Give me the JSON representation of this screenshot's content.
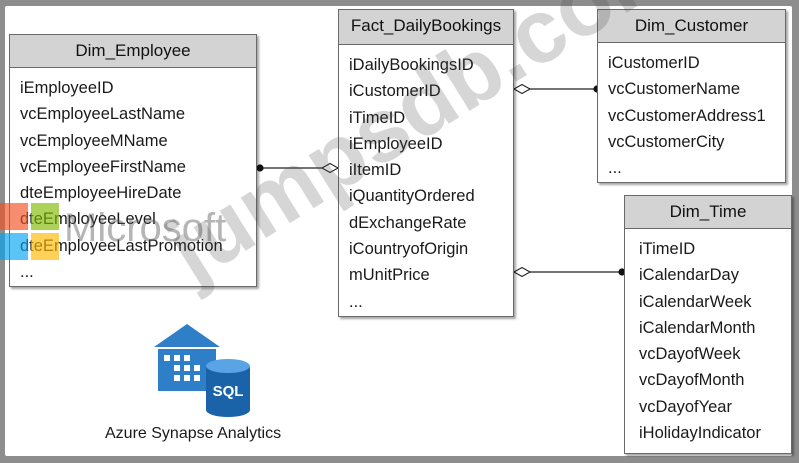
{
  "tables": {
    "employee": {
      "title": "Dim_Employee",
      "fields": [
        "iEmployeeID",
        "vcEmployeeLastName",
        "vcEmployeeMName",
        "vcEmployeeFirstName",
        "dteEmployeeHireDate",
        "dteEmployeeLevel",
        "dteEmployeeLastPromotion",
        "..."
      ]
    },
    "fact": {
      "title": "Fact_DailyBookings",
      "fields": [
        "iDailyBookingsID",
        "iCustomerID",
        "iTimeID",
        "iEmployeeID",
        "iItemID",
        "iQuantityOrdered",
        "dExchangeRate",
        "iCountryofOrigin",
        "mUnitPrice",
        "..."
      ]
    },
    "customer": {
      "title": "Dim_Customer",
      "fields": [
        "iCustomerID",
        "vcCustomerName",
        "vcCustomerAddress1",
        "vcCustomerCity",
        "..."
      ]
    },
    "time": {
      "title": "Dim_Time",
      "fields": [
        "iTimeID",
        "iCalendarDay",
        "iCalendarWeek",
        "iCalendarMonth",
        "vcDayofWeek",
        "vcDayofMonth",
        "vcDayofYear",
        "iHolidayIndicator"
      ]
    }
  },
  "logo": {
    "caption": "Azure Synapse Analytics",
    "icon": "warehouse-sql-icon",
    "sql_label": "SQL"
  },
  "watermarks": {
    "microsoft": "Microsoft",
    "site": "jumpsdb.com"
  },
  "colors": {
    "header": "#d3d3d3",
    "border": "#6a6a6a",
    "azure_blue": "#2f7fc8"
  }
}
